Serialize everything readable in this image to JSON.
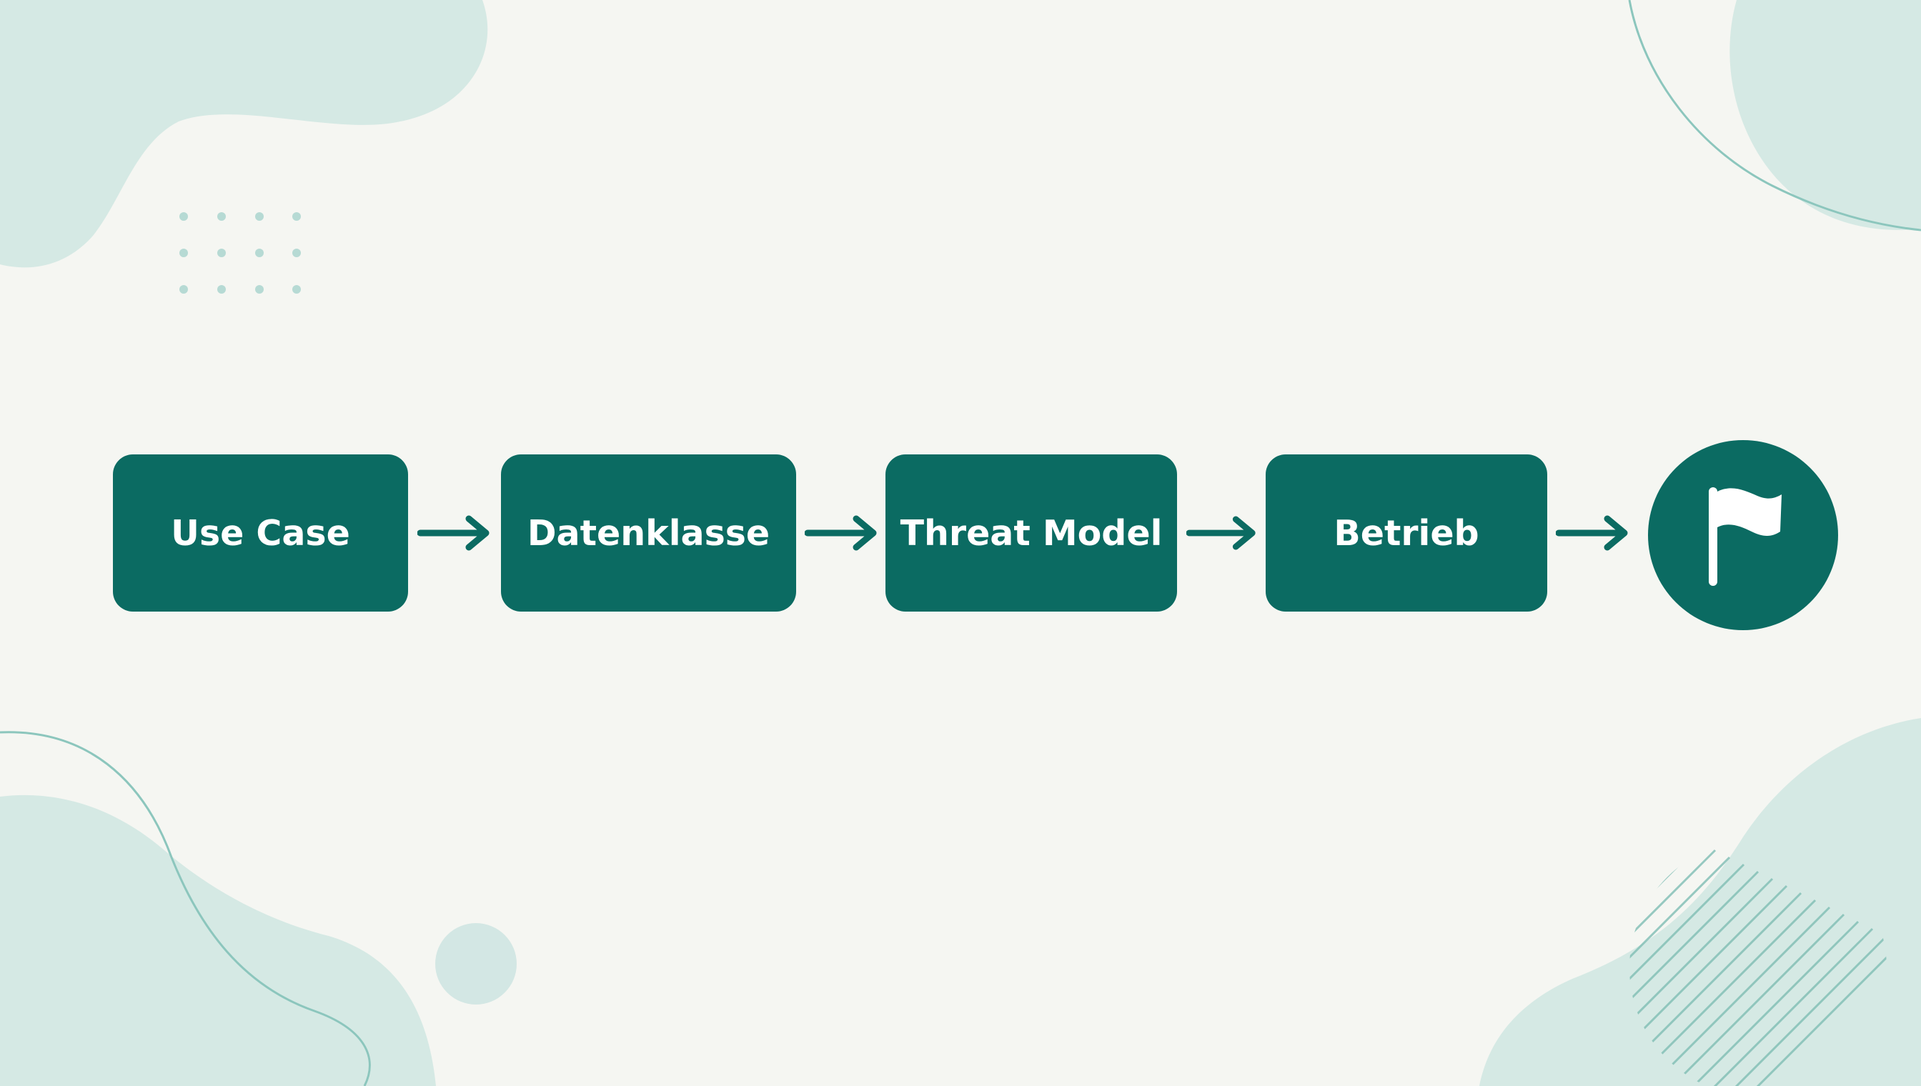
{
  "diagram": {
    "steps": [
      {
        "label": "Use Case"
      },
      {
        "label": "Datenklasse"
      },
      {
        "label": "Threat Model"
      },
      {
        "label": "Betrieb"
      }
    ],
    "end_icon": "flag-icon"
  },
  "colors": {
    "box_fill": "#0b6b62",
    "box_text": "#ffffff",
    "background": "#f5f6f2",
    "decor_blob": "#cfe6e2",
    "decor_line": "#8cc6bd"
  }
}
